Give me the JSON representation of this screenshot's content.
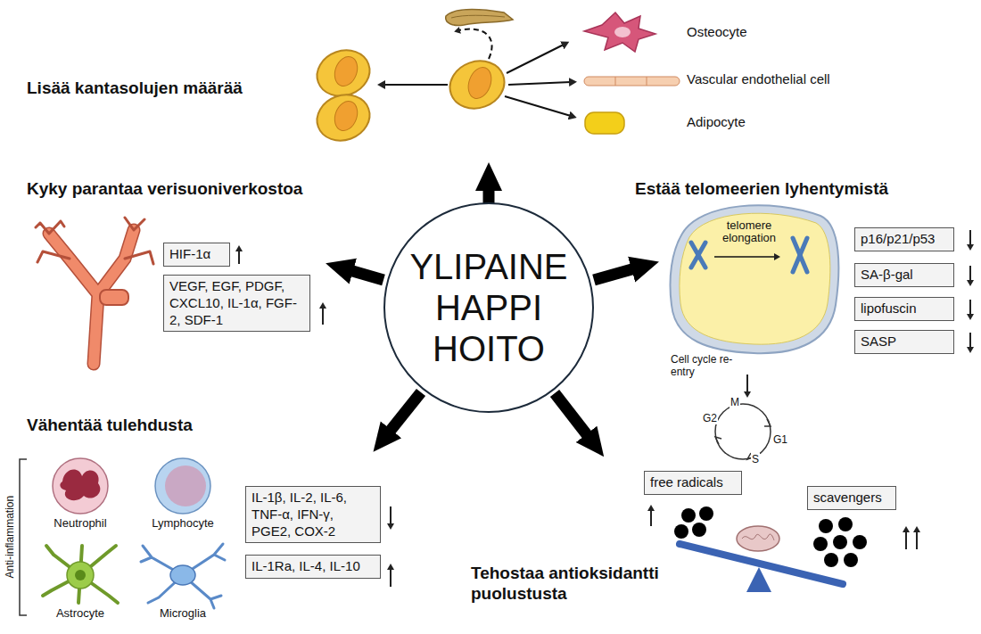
{
  "diagram": {
    "nodes": [
      {
        "text": [
          "YLIPAINE HAPPI HOITO"
        ]
      },
      {
        "text": [
          "HIF-1α"
        ]
      },
      {
        "text": [
          "VEGF, EGF, PDGF, CXCL10, IL-1α, FGF-2, SDF-1"
        ]
      },
      {
        "text": [
          "telomere elongation"
        ]
      },
      {
        "text": [
          "p16/p21/p53"
        ]
      },
      {
        "text": [
          "SA-β-gal"
        ]
      },
      {
        "text": [
          "lipofuscin"
        ]
      },
      {
        "text": [
          "SASP"
        ]
      },
      {
        "text": [
          "IL-1β, IL-2, IL-6, TNF-α, IFN-γ, PGE2, COX-2"
        ]
      },
      {
        "text": [
          "IL-1Ra, IL-4, IL-10"
        ]
      },
      {
        "text": [
          "free radicals"
        ]
      },
      {
        "text": [
          "scavengers"
        ]
      }
    ],
    "labels": [
      "Lisää kantasolujen määrää",
      "Osteocyte",
      "Vascular endothelial cell",
      "Adipocyte",
      "Kyky parantaa verisuoniverkostoa",
      "Estää telomeerien lyhentymistä",
      "Cell cycle re-entry",
      "M",
      "G1",
      "S",
      "G2",
      "Vähentää tulehdusta",
      "Neutrophil",
      "Lymphocyte",
      "Astrocyte",
      "Microglia",
      "Anti-inflammation",
      "Tehostaa antioksidantti puolustusta"
    ]
  }
}
